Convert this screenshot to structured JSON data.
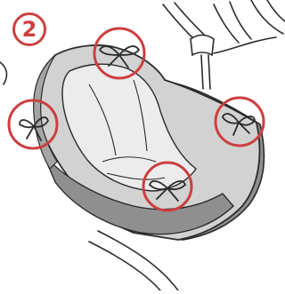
{
  "step": {
    "number": "2"
  },
  "colors": {
    "accent": "#cc3f3f",
    "outline": "#2b2b2b",
    "fabric": "#8f8f8f",
    "fabric_light": "#d2d2d2",
    "inner": "#ececec"
  },
  "highlights": [
    "tie-top-center",
    "tie-left",
    "tie-right",
    "tie-bottom-center"
  ]
}
